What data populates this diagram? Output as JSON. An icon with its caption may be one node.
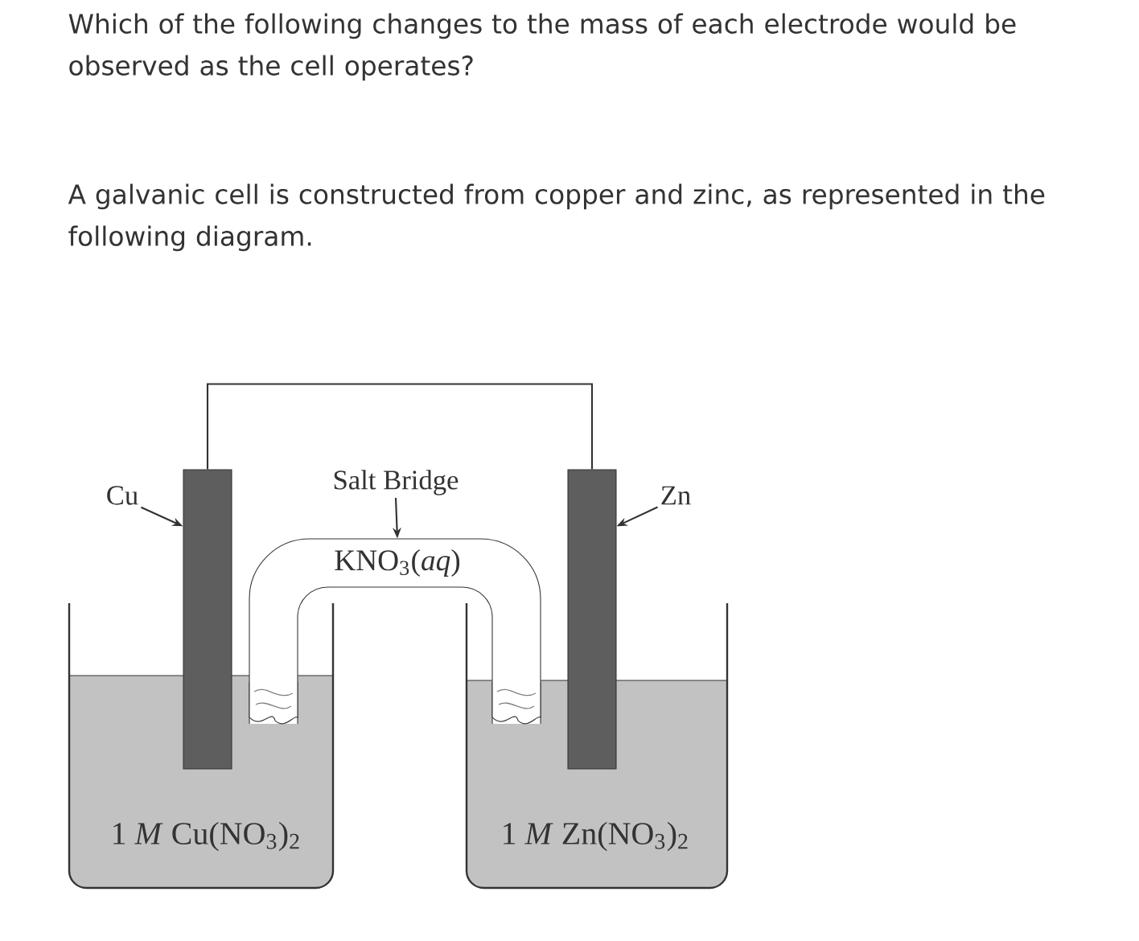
{
  "diagram": {
    "nodes": [
      {
        "text": [
          "Cu"
        ]
      },
      {
        "text": [
          "Salt Bridge"
        ]
      },
      {
        "text": [
          "Zn"
        ]
      },
      {
        "text": [],
        "shape": "bar"
      },
      {
        "text": [
          "KNO$_{3}$(*aq*)"
        ]
      },
      {
        "text": [],
        "shape": "bar"
      },
      {
        "text": [
          "1 *M* Cu(NO$_{3}$)$_{2}$"
        ]
      },
      {
        "text": [
          "1 *M* Zn(NO$_{3}$)$_{2}$"
        ]
      }
    ],
    "edges": [
      {
        "from": 0,
        "to": 3,
        "arrow": "to"
      },
      {
        "from": 1,
        "to": 4,
        "arrow": "to"
      },
      {
        "from": 2,
        "to": 5,
        "arrow": "to"
      },
      {
        "from": 3,
        "to": 5,
        "arrow": "none"
      }
    ],
    "labels": [
      "Which of the following changes to the mass of each electrode would be observed as the cell operates?",
      "A galvanic cell is constructed from copper and zinc, as represented in the following diagram."
    ]
  }
}
